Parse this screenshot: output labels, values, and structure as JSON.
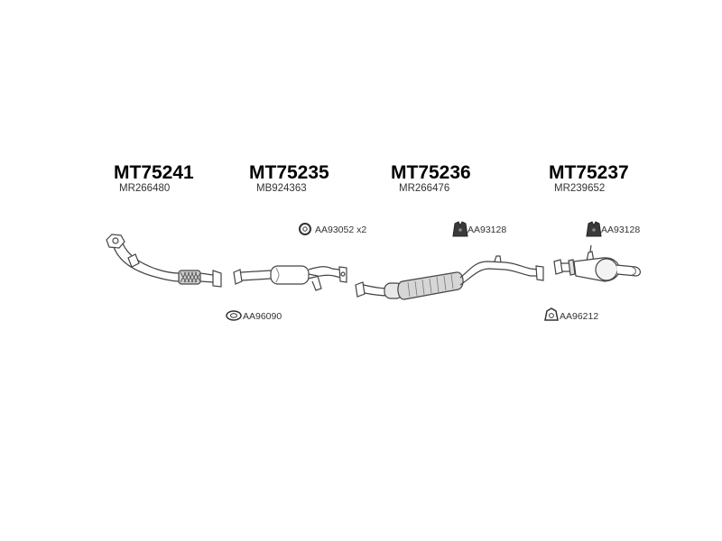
{
  "assemblies": [
    {
      "part_no": "MT75241",
      "oe_no": "MR266480"
    },
    {
      "part_no": "MT75235",
      "oe_no": "MB924363"
    },
    {
      "part_no": "MT75236",
      "oe_no": "MR266476"
    },
    {
      "part_no": "MT75237",
      "oe_no": "MR239652"
    }
  ],
  "accessories": [
    {
      "code": "AA93052 x2",
      "icon": "ring-icon"
    },
    {
      "code": "AA93128",
      "icon": "rubber-mount-icon"
    },
    {
      "code": "AA93128",
      "icon": "rubber-mount-icon"
    },
    {
      "code": "AA96090",
      "icon": "gasket-icon"
    },
    {
      "code": "AA96212",
      "icon": "gasket-icon"
    }
  ],
  "colors": {
    "line": "#444444",
    "fill": "#ffffff",
    "shade": "#bdbdbd",
    "dark": "#2a2a2a"
  }
}
